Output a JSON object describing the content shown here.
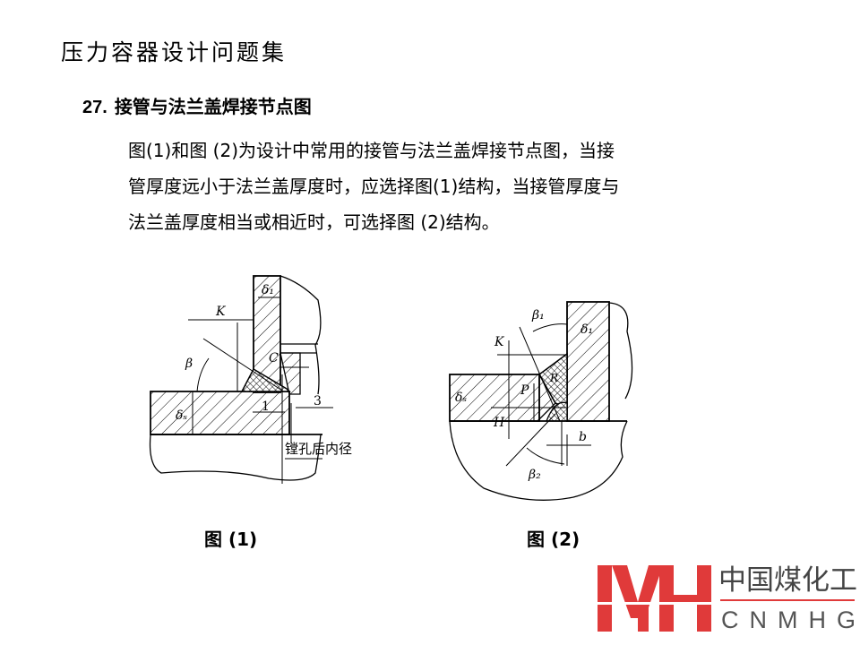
{
  "header": {
    "title": "压力容器设计问题集"
  },
  "section": {
    "number": "27.",
    "title": "接管与法兰盖焊接节点图"
  },
  "paragraph": {
    "lines": [
      "图(1)和图 (2)为设计中常用的接管与法兰盖焊接节点图，当接",
      "管厚度远小于法兰盖厚度时，应选择图(1)结构，当接管厚度与",
      "法兰盖厚度相当或相近时，可选择图 (2)结构。"
    ]
  },
  "figure1": {
    "caption": "图 (1)",
    "labels": {
      "delta1": "δ₁",
      "k": "K",
      "beta": "β",
      "c": "C",
      "deltas": "δₛ",
      "one": "1",
      "three": "3",
      "bore": "镗孔后内径"
    }
  },
  "figure2": {
    "caption": "图 (2)",
    "labels": {
      "beta1": "β₁",
      "delta1": "δ₁",
      "k": "K",
      "deltas": "δₛ",
      "p": "P",
      "h": "H",
      "r": "R",
      "b": "b",
      "beta2": "β₂"
    }
  },
  "logo": {
    "mark": "MH",
    "cn": "中国煤化工",
    "en": "CNMHG",
    "color": "#e03a3a"
  }
}
